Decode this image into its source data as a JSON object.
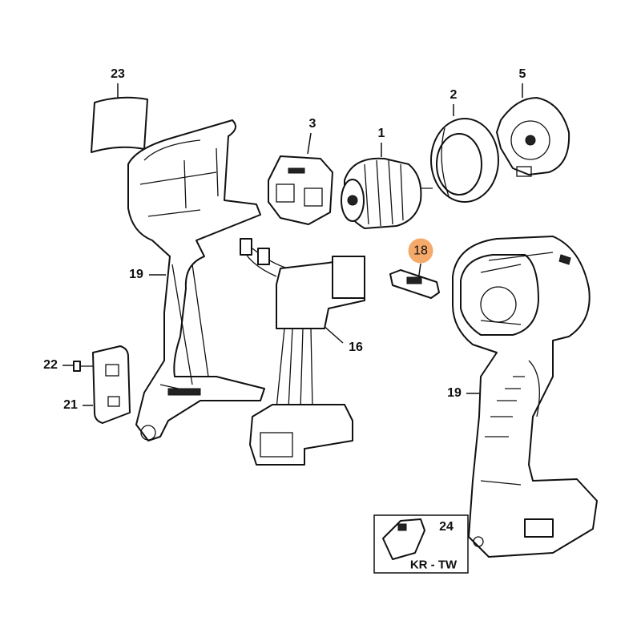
{
  "diagram": {
    "callouts": {
      "c23": "23",
      "c3": "3",
      "c1": "1",
      "c2": "2",
      "c5": "5",
      "c19_left": "19",
      "c18": "18",
      "c16": "16",
      "c22": "22",
      "c21": "21",
      "c19_right": "19",
      "c24": "24"
    },
    "inset_caption": "KR - TW",
    "highlight_color": "#f5a96a"
  }
}
